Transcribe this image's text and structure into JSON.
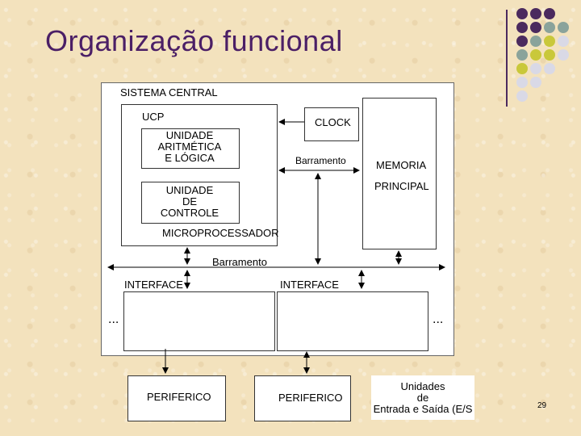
{
  "slide": {
    "title": "Organização funcional",
    "page_number": "29"
  },
  "diagram": {
    "sistema_central": "SISTEMA CENTRAL",
    "ucp": "UCP",
    "ula_line1": "UNIDADE",
    "ula_line2": "ARITMÉTICA",
    "ula_line3": "E LÓGICA",
    "uc_line1": "UNIDADE",
    "uc_line2": "DE",
    "uc_line3": "CONTROLE",
    "microprocessador": "MICROPROCESSADOR",
    "clock": "CLOCK",
    "barramento_top": "Barramento",
    "memoria_line1": "MEMORIA",
    "memoria_line2": "PRINCIPAL",
    "barramento_main": "Barramento",
    "interface_left": "INTERFACE",
    "interface_right": "INTERFACE",
    "ellipsis_left": "...",
    "ellipsis_right": "...",
    "periferico_left": "PERIFERICO",
    "periferico_right": "PERIFERICO",
    "es_line1": "Unidades",
    "es_line2": "de",
    "es_line3": "Entrada e Saída (E/S"
  },
  "decor": {
    "dot_colors": [
      "#4b2a5e",
      "#8aa39b",
      "#c9c83a",
      "#d9d9e6"
    ]
  }
}
